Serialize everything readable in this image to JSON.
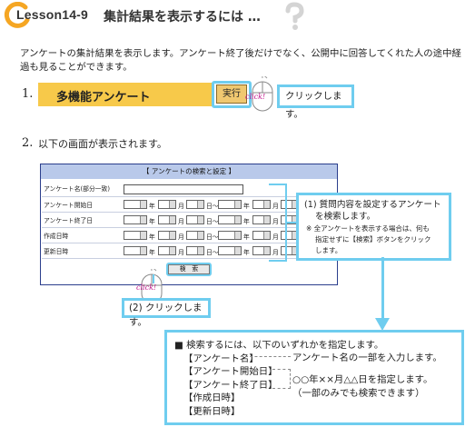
{
  "header": {
    "lesson": "Lesson14-9",
    "title": "集計結果を表示するには …"
  },
  "intro": "アンケートの集計結果を表示します。アンケート終了後だけでなく、公開中に回答してくれた人の途中経過も見ることができます。",
  "step1": {
    "number": "1.",
    "menu_label": "多機能アンケート",
    "exec_button": "実行",
    "click_text": "click!",
    "callout": "クリックします。"
  },
  "step2": {
    "number": "2.",
    "text": "以下の画面が表示されます。"
  },
  "dialog": {
    "title": "【 アンケートの検索と設定 】",
    "rows": [
      {
        "label": "アンケート名(部分一致)"
      },
      {
        "label": "アンケート開始日"
      },
      {
        "label": "アンケート終了日"
      },
      {
        "label": "作成日時"
      },
      {
        "label": "更新日時"
      }
    ],
    "units": {
      "year": "年",
      "month": "月",
      "day": "日～"
    },
    "search_button": "検　索"
  },
  "callout2": {
    "title_line1": "(1) 質問内容を設定するアンケート",
    "title_line2": "を検索します。",
    "note_line1": "※ 全アンケートを表示する場合は、何も",
    "note_line2": "指定せずに【検索】ボタンをクリック",
    "note_line3": "します。"
  },
  "callout3": {
    "click_text": "click!",
    "text": "(2) クリックします。"
  },
  "callout4": {
    "heading": "■ 検索するには、以下のいずれかを指定します。",
    "items": [
      {
        "label": "【アンケート名】"
      },
      {
        "label": "【アンケート開始日】"
      },
      {
        "label": "【アンケート終了日】"
      },
      {
        "label": "【作成日時】"
      },
      {
        "label": "【更新日時】"
      }
    ],
    "desc_name": "アンケート名の一部を入力します。",
    "desc_date": "○○年××月△△日を指定します。",
    "desc_date_note": "（一部のみでも検索できます）"
  },
  "colors": {
    "accent": "#6fcdef",
    "bar": "#f7c94a",
    "dialog_title_bg": "#b9c9ea",
    "logo_orange": "#f5a623"
  }
}
